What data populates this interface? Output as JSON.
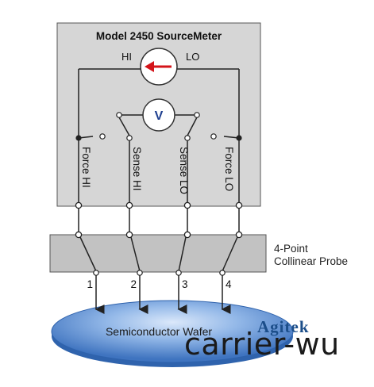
{
  "instrument": {
    "title": "Model 2450 SourceMeter",
    "current_source_left": "HI",
    "current_source_right": "LO",
    "voltmeter_symbol": "V"
  },
  "terminals": [
    "Force HI",
    "Sense HI",
    "Sense LO",
    "Force LO"
  ],
  "probe": {
    "label_line1": "4-Point",
    "label_line2": "Collinear Probe",
    "pins": [
      "1",
      "2",
      "3",
      "4"
    ]
  },
  "wafer": {
    "label": "Semiconductor Wafer"
  },
  "watermark": {
    "brand": "Agitek",
    "text": "carrier-wu"
  },
  "colors": {
    "instrument_fill": "#d6d6d6",
    "probe_fill": "#c2c2c2",
    "wafer_fill": "#5b8fd0",
    "arrow_red": "#d4141a"
  }
}
